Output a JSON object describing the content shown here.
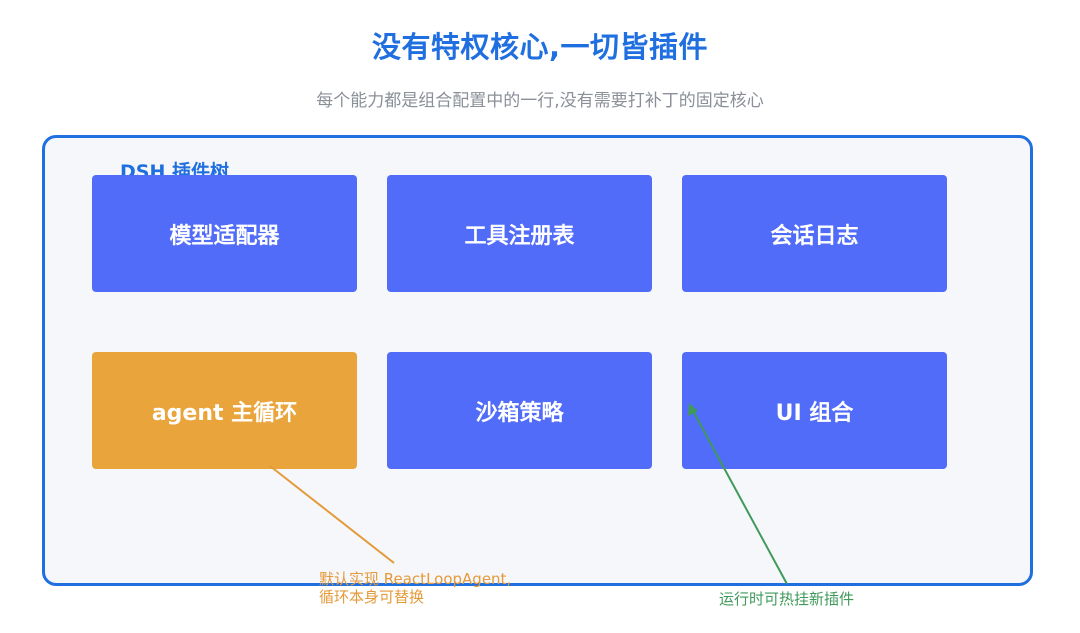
{
  "title": "没有特权核心,一切皆插件",
  "subtitle": "每个能力都是组合配置中的一行,没有需要打补丁的固定核心",
  "panel": {
    "label": "DSH 插件树"
  },
  "plugins": [
    {
      "label": "模型适配器",
      "highlighted": false
    },
    {
      "label": "工具注册表",
      "highlighted": false
    },
    {
      "label": "会话日志",
      "highlighted": false
    },
    {
      "label": "agent 主循环",
      "highlighted": true
    },
    {
      "label": "沙箱策略",
      "highlighted": false
    },
    {
      "label": "UI 组合",
      "highlighted": false
    }
  ],
  "notes": {
    "agent_loop": {
      "line1": "默认实现 ReactLoopAgent,",
      "line2": "循环本身可替换"
    },
    "hot_plug": "运行时可热挂新插件"
  },
  "colors": {
    "title": "#1f6fe0",
    "plugin_box": "#516cf8",
    "highlight_box": "#e9a43c",
    "orange_note": "#e49a3a",
    "green_note": "#3f9a5a"
  }
}
